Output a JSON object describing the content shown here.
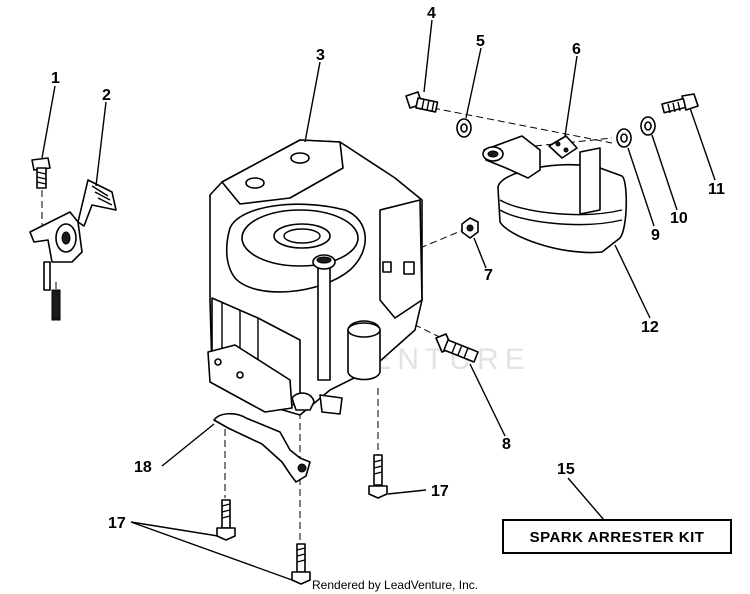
{
  "diagram": {
    "callouts": [
      {
        "id": "1",
        "text": "1"
      },
      {
        "id": "2",
        "text": "2"
      },
      {
        "id": "3",
        "text": "3"
      },
      {
        "id": "4",
        "text": "4"
      },
      {
        "id": "5",
        "text": "5"
      },
      {
        "id": "6",
        "text": "6"
      },
      {
        "id": "7",
        "text": "7"
      },
      {
        "id": "8",
        "text": "8"
      },
      {
        "id": "9",
        "text": "9"
      },
      {
        "id": "10",
        "text": "10"
      },
      {
        "id": "11",
        "text": "11"
      },
      {
        "id": "12",
        "text": "12"
      },
      {
        "id": "15",
        "text": "15"
      },
      {
        "id": "17a",
        "text": "17"
      },
      {
        "id": "17b",
        "text": "17"
      },
      {
        "id": "18",
        "text": "18"
      }
    ],
    "kit_label": "SPARK ARRESTER KIT",
    "watermark": "LEADVENTURE",
    "credit": "Rendered by LeadVenture, Inc."
  }
}
